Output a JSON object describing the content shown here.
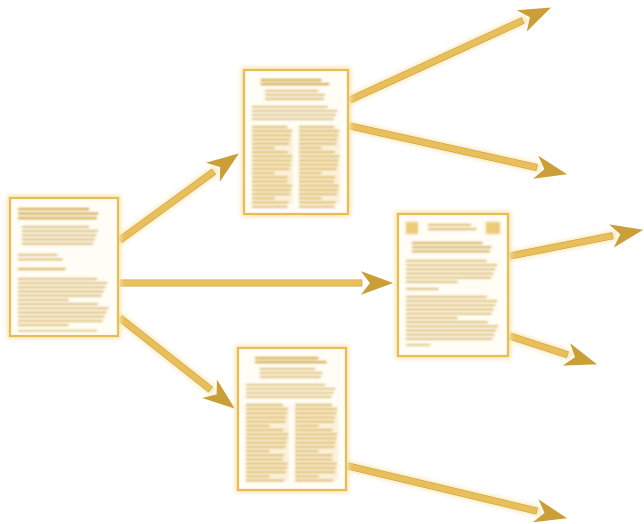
{
  "diagram": {
    "accent_color": "#e8bd56",
    "accent_dark": "#c99a2e",
    "accent_light": "#f7e6b4",
    "paper_color": "#fffdf6",
    "nodes": [
      {
        "id": "source",
        "kind": "document",
        "layout": "single-column",
        "icon": "document-icon"
      },
      {
        "id": "top",
        "kind": "document",
        "layout": "two-column",
        "icon": "document-icon"
      },
      {
        "id": "middle",
        "kind": "document",
        "layout": "letter",
        "icon": "document-icon"
      },
      {
        "id": "bottom",
        "kind": "document",
        "layout": "two-column",
        "icon": "document-icon"
      }
    ],
    "edges": [
      {
        "from": "source",
        "to": "top"
      },
      {
        "from": "source",
        "to": "middle"
      },
      {
        "from": "source",
        "to": "bottom"
      },
      {
        "from": "top",
        "to": "outside-upper"
      },
      {
        "from": "top",
        "to": "outside-lower"
      },
      {
        "from": "middle",
        "to": "outside-upper"
      },
      {
        "from": "middle",
        "to": "outside-lower"
      },
      {
        "from": "bottom",
        "to": "outside-lower"
      }
    ]
  }
}
